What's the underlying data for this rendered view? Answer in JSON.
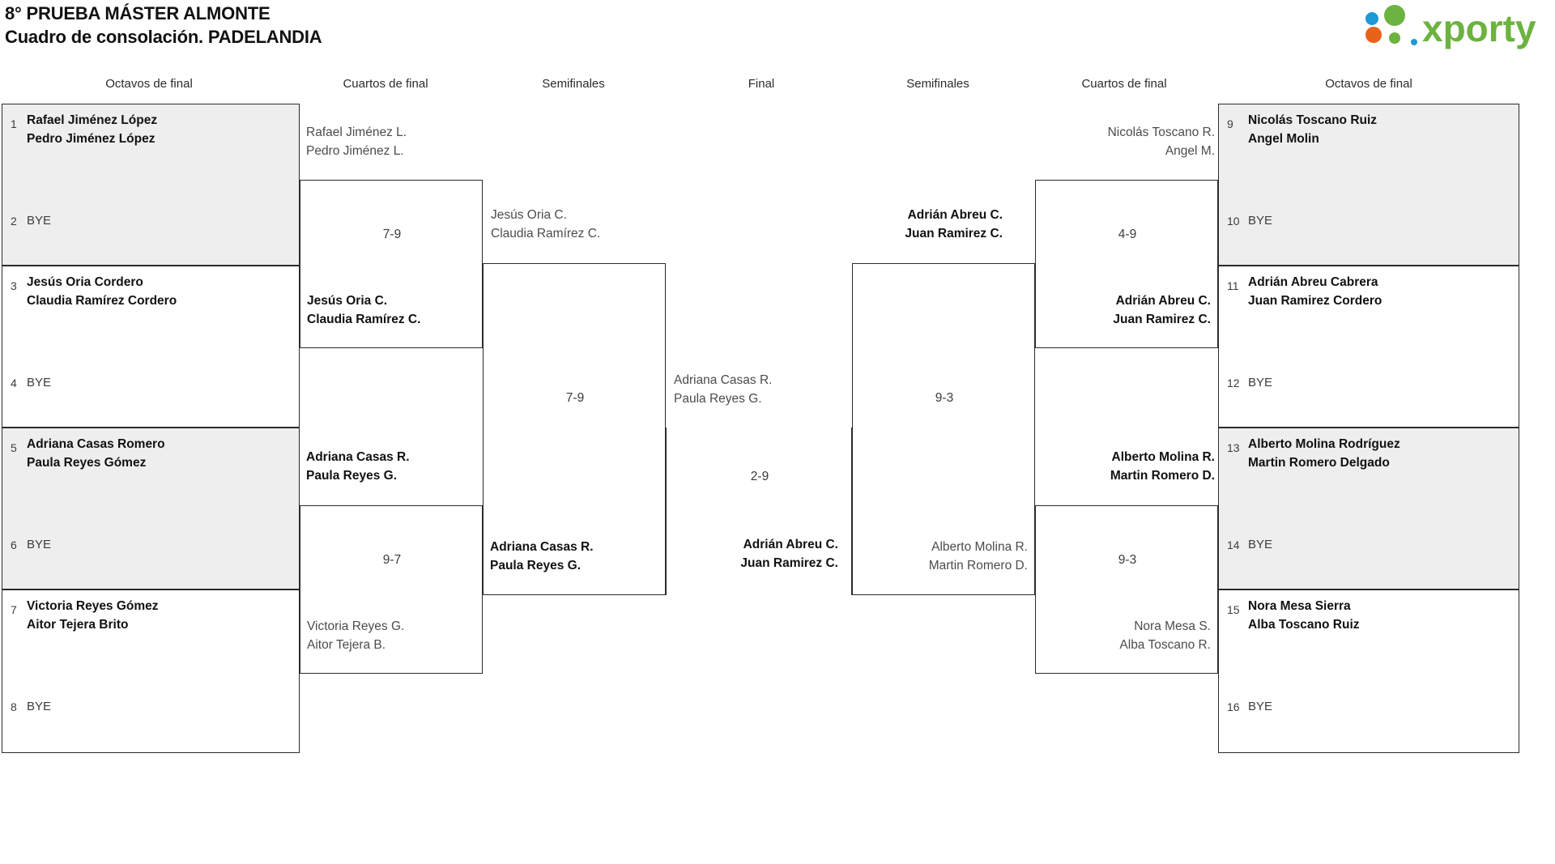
{
  "header": {
    "title_line1": "8° PRUEBA MÁSTER ALMONTE",
    "title_line2": "Cuadro de consolación. PADELANDIA",
    "logo_text": "xporty",
    "logo_colors": {
      "green": "#6cb33f",
      "blue": "#1b9ad6",
      "orange": "#e8631a"
    }
  },
  "round_headers": {
    "left_r16": "Octavos de final",
    "left_qf": "Cuartos de final",
    "left_sf": "Semifinales",
    "final": "Final",
    "right_sf": "Semifinales",
    "right_qf": "Cuartos de final",
    "right_r16": "Octavos de final"
  },
  "bye_label": "BYE",
  "left_r16": [
    {
      "seed": "1",
      "p1": "Rafael Jiménez López",
      "p2": "Pedro Jiménez López",
      "opp_seed": "2",
      "opp": "BYE",
      "shaded": true
    },
    {
      "seed": "3",
      "p1": "Jesús Oria Cordero",
      "p2": "Claudia Ramírez Cordero",
      "opp_seed": "4",
      "opp": "BYE",
      "shaded": false
    },
    {
      "seed": "5",
      "p1": "Adriana Casas Romero",
      "p2": "Paula Reyes Gómez",
      "opp_seed": "6",
      "opp": "BYE",
      "shaded": true
    },
    {
      "seed": "7",
      "p1": "Victoria Reyes Gómez",
      "p2": "Aitor Tejera Brito",
      "opp_seed": "8",
      "opp": "BYE",
      "shaded": false
    }
  ],
  "right_r16": [
    {
      "seed": "9",
      "p1": "Nicolás Toscano Ruiz",
      "p2": "Angel Molin",
      "opp_seed": "10",
      "opp": "BYE",
      "shaded": true
    },
    {
      "seed": "11",
      "p1": "Adrián Abreu Cabrera",
      "p2": "Juan Ramirez Cordero",
      "opp_seed": "12",
      "opp": "BYE",
      "shaded": false
    },
    {
      "seed": "13",
      "p1": "Alberto Molina Rodríguez",
      "p2": "Martin Romero Delgado",
      "opp_seed": "14",
      "opp": "BYE",
      "shaded": true
    },
    {
      "seed": "15",
      "p1": "Nora Mesa Sierra",
      "p2": "Alba Toscano Ruiz",
      "opp_seed": "16",
      "opp": "BYE",
      "shaded": false
    }
  ],
  "left_qf": [
    {
      "score": "7-9",
      "top_p1": "Rafael Jiménez L.",
      "top_p2": "Pedro Jiménez L.",
      "top_winner": false,
      "bot_p1": "Jesús Oria C.",
      "bot_p2": "Claudia Ramírez C.",
      "bot_winner": true
    },
    {
      "score": "9-7",
      "top_p1": "Adriana Casas R.",
      "top_p2": "Paula Reyes G.",
      "top_winner": true,
      "bot_p1": "Victoria Reyes G.",
      "bot_p2": "Aitor Tejera B.",
      "bot_winner": false
    }
  ],
  "left_sf": [
    {
      "score": "7-9",
      "top_p1": "Jesús Oria C.",
      "top_p2": "Claudia Ramírez C.",
      "top_winner": false,
      "bot_p1": "Adriana Casas R.",
      "bot_p2": "Paula Reyes G.",
      "bot_winner": true
    }
  ],
  "final": {
    "score": "2-9",
    "top_p1": "Adriana Casas R.",
    "top_p2": "Paula Reyes G.",
    "top_winner": false,
    "bot_p1": "Adrián Abreu C.",
    "bot_p2": "Juan Ramirez C.",
    "bot_winner": true
  },
  "right_sf": [
    {
      "score": "9-3",
      "top_p1": "Adrián Abreu C.",
      "top_p2": "Juan Ramirez C.",
      "top_winner": true,
      "bot_p1": "Alberto Molina R.",
      "bot_p2": "Martin Romero D.",
      "bot_winner": false
    }
  ],
  "right_qf": [
    {
      "score": "4-9",
      "top_p1": "Nicolás Toscano R.",
      "top_p2": "Angel M.",
      "top_winner": false,
      "bot_p1": "Adrián Abreu C.",
      "bot_p2": "Juan Ramirez C.",
      "bot_winner": true
    },
    {
      "score": "9-3",
      "top_p1": "Alberto Molina R.",
      "top_p2": "Martin Romero D.",
      "top_winner": true,
      "bot_p1": "Nora Mesa S.",
      "bot_p2": "Alba Toscano R.",
      "bot_winner": false
    }
  ]
}
